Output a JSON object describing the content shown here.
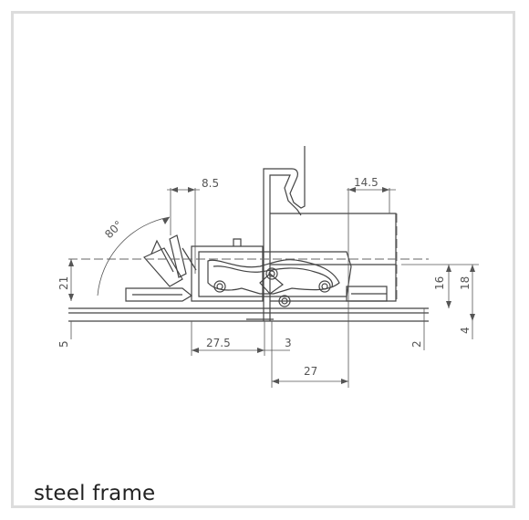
{
  "caption": "steel frame",
  "dimensions": {
    "angle": "80°",
    "d_8_5": "8.5",
    "d_14_5": "14.5",
    "d_21": "21",
    "d_16": "16",
    "d_18": "18",
    "d_5": "5",
    "d_27_5": "27.5",
    "d_3": "3",
    "d_2": "2",
    "d_4": "4",
    "d_27": "27"
  },
  "colors": {
    "line": "#444444",
    "dim_text": "#555555",
    "frame_border": "#dcdcdc"
  }
}
